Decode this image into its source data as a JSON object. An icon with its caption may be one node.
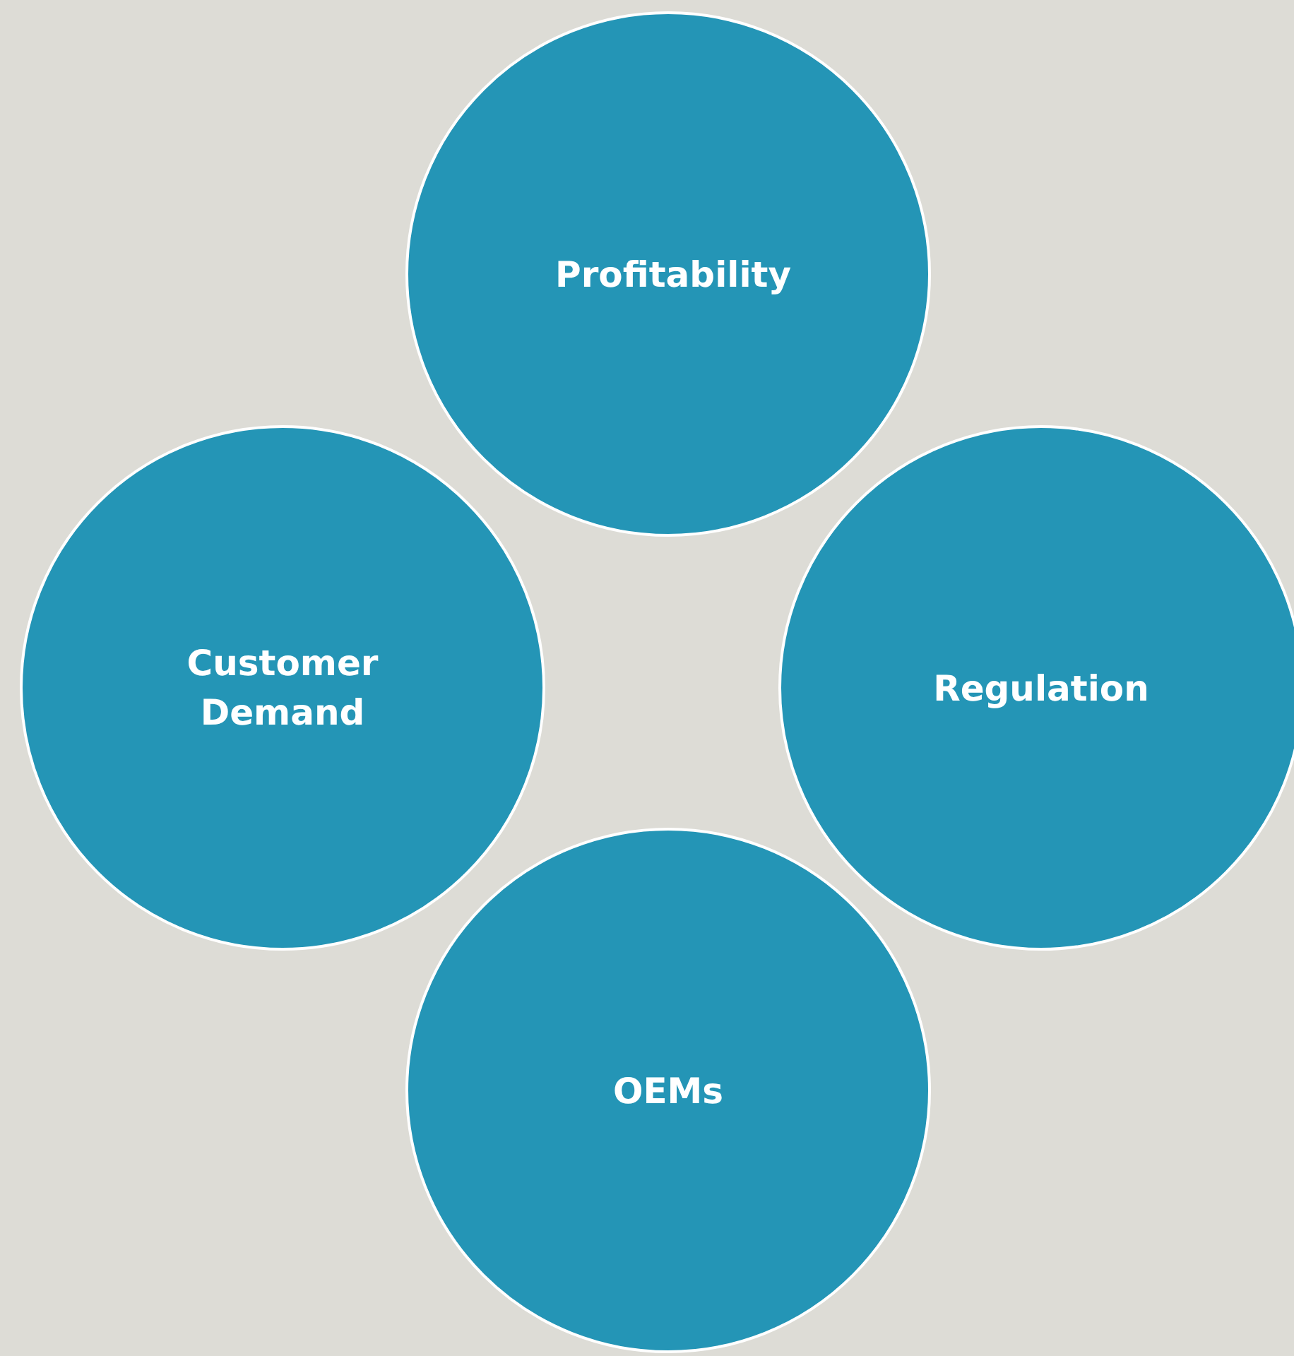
{
  "diagram": {
    "nodes": [
      {
        "text": [
          "Profitability"
        ]
      },
      {
        "text": [
          "Customer Demand"
        ]
      },
      {
        "text": [
          "Regulation"
        ]
      },
      {
        "text": [
          "OEMs"
        ]
      }
    ]
  }
}
